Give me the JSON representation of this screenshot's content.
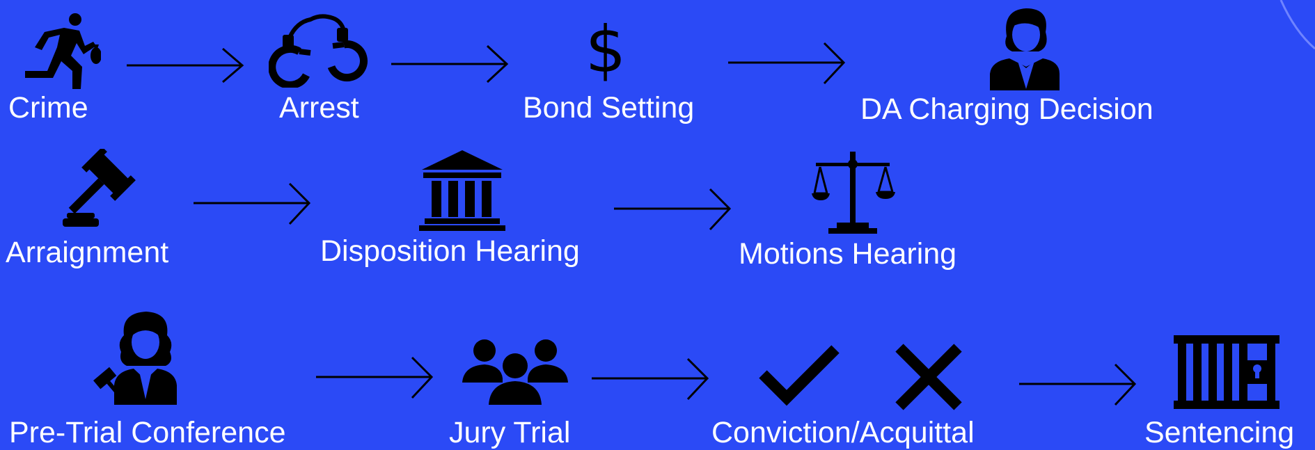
{
  "colors": {
    "background": "#2b4af6",
    "text": "#ffffff",
    "icon": "#000000"
  },
  "steps": [
    {
      "label": "Crime",
      "icon": "running-thief-icon"
    },
    {
      "label": "Arrest",
      "icon": "handcuffs-icon"
    },
    {
      "label": "Bond Setting",
      "icon": "dollar-sign-icon"
    },
    {
      "label": "DA Charging Decision",
      "icon": "woman-prosecutor-icon"
    },
    {
      "label": "Arraignment",
      "icon": "gavel-icon"
    },
    {
      "label": "Disposition Hearing",
      "icon": "courthouse-icon"
    },
    {
      "label": "Motions Hearing",
      "icon": "scales-of-justice-icon"
    },
    {
      "label": "Pre-Trial Conference",
      "icon": "judge-icon"
    },
    {
      "label": "Jury Trial",
      "icon": "group-people-icon"
    },
    {
      "label": "Conviction/Acquittal",
      "icon": "check-and-cross-icon"
    },
    {
      "label": "Sentencing",
      "icon": "jail-cell-icon"
    }
  ]
}
